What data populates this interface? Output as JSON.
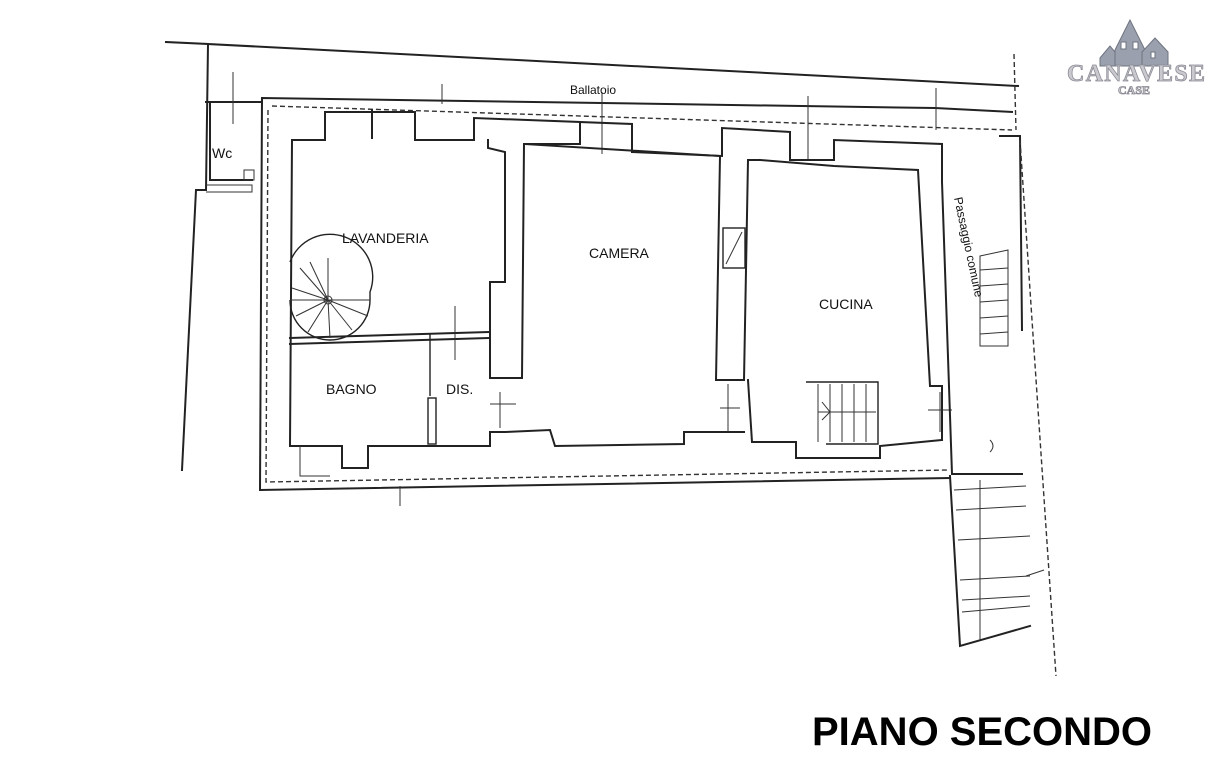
{
  "logo": {
    "brand": "CANAVESE",
    "sub": "CASE"
  },
  "rooms": {
    "ballatoio": "Ballatoio",
    "wc": "Wc",
    "lavanderia": "LAVANDERIA",
    "camera": "CAMERA",
    "cucina": "CUCINA",
    "bagno": "BAGNO",
    "dis": "DIS.",
    "passaggio": "Passaggio comune"
  },
  "title": "PIANO SECONDO"
}
